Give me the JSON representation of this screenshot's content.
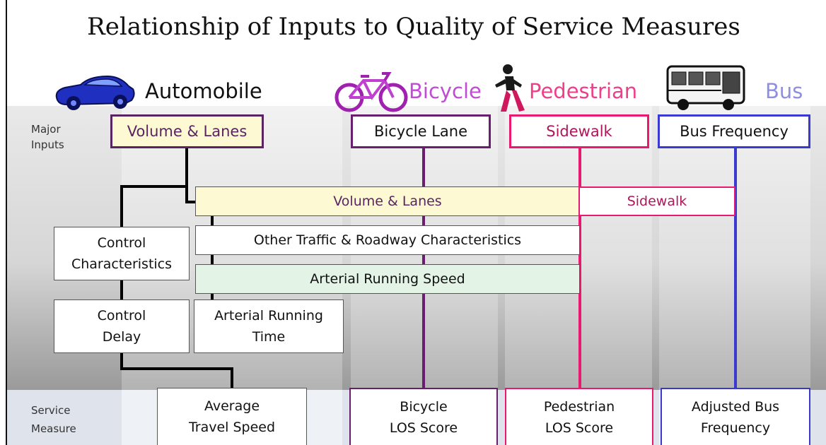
{
  "title": "Relationship of Inputs to Quality of Service Measures",
  "row_labels": {
    "inputs": "Major\nInputs",
    "measures": "Service\nMeasure"
  },
  "modes": {
    "automobile": {
      "label": "Automobile",
      "icon": "car-icon",
      "color": "#111111",
      "line_color": "#000000"
    },
    "bicycle": {
      "label": "Bicycle",
      "icon": "bicycle-icon",
      "color": "#c24bd6",
      "line_color": "#6a1f6e"
    },
    "pedestrian": {
      "label": "Pedestrian",
      "icon": "pedestrian-icon",
      "color": "#ee3f8a",
      "line_color": "#e8196f"
    },
    "bus": {
      "label": "Bus",
      "icon": "bus-icon",
      "color": "#8f8fe0",
      "line_color": "#3a3ad0"
    }
  },
  "inputs": {
    "automobile": "Volume & Lanes",
    "bicycle": "Bicycle Lane",
    "pedestrian": "Sidewalk",
    "bus": "Bus Frequency"
  },
  "shared": {
    "volume_lanes": "Volume & Lanes",
    "sidewalk": "Sidewalk",
    "other_traffic": "Other Traffic & Roadway Characteristics",
    "arterial_speed": "Arterial Running Speed"
  },
  "intermediate": {
    "control_characteristics": "Control\nCharacteristics",
    "control_delay": "Control\nDelay",
    "arterial_time": "Arterial Running\nTime"
  },
  "measures": {
    "automobile": "Average\nTravel Speed",
    "bicycle": "Bicycle\nLOS Score",
    "pedestrian": "Pedestrian\nLOS Score",
    "bus": "Adjusted Bus\nFrequency"
  },
  "colors": {
    "yellow_fill": "#fdf9d2",
    "green_fill": "#e3f3e6",
    "auto_border": "#5a2462",
    "bike_border": "#6a1f6e",
    "ped_border": "#e8196f",
    "bus_border": "#3a3ad0"
  }
}
